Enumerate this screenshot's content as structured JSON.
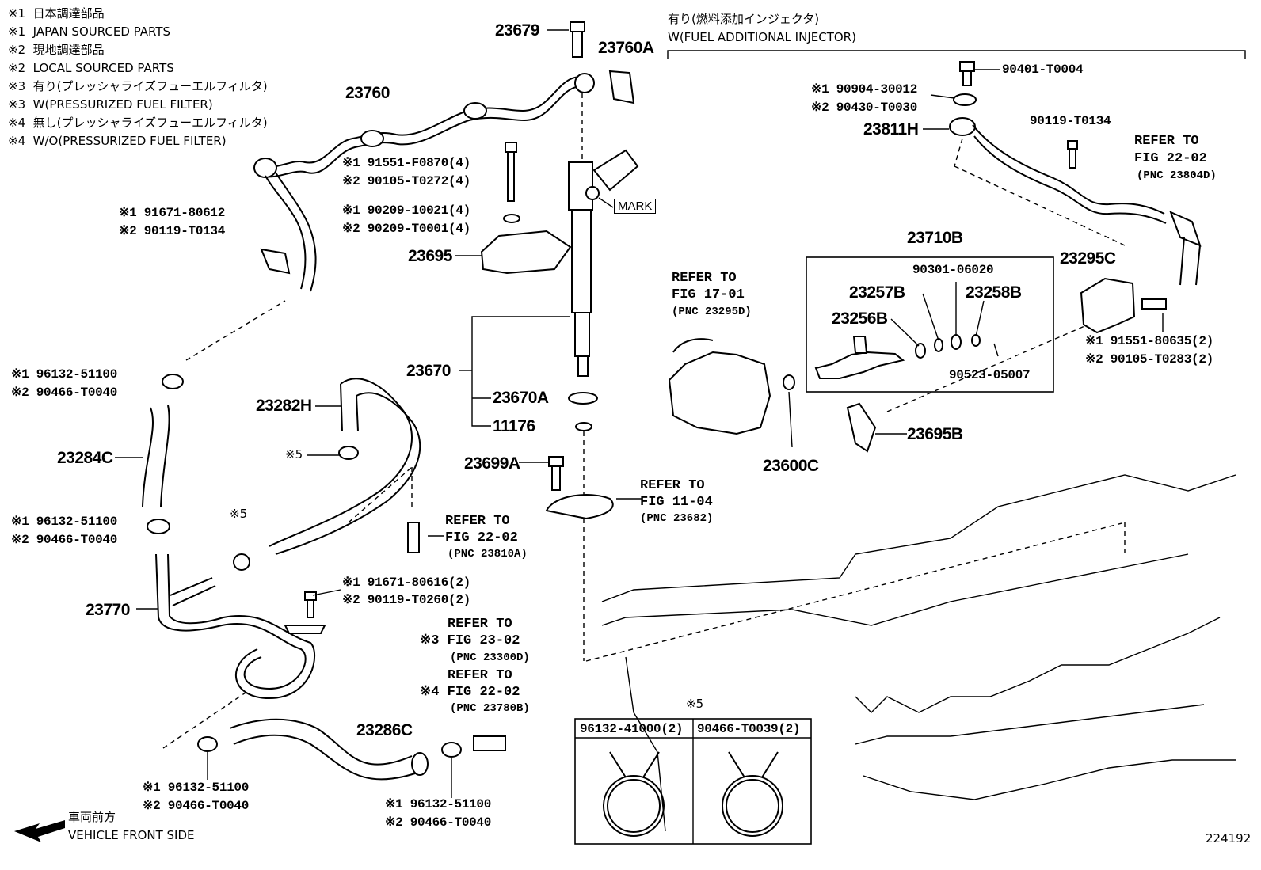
{
  "legend": [
    {
      "mark": "※1",
      "text": "日本調達部品"
    },
    {
      "mark": "※1",
      "text": "JAPAN SOURCED PARTS"
    },
    {
      "mark": "※2",
      "text": "現地調達部品"
    },
    {
      "mark": "※2",
      "text": "LOCAL SOURCED PARTS"
    },
    {
      "mark": "※3",
      "text": "有り(プレッシャライズフューエルフィルタ)"
    },
    {
      "mark": "※3",
      "text": "W(PRESSURIZED FUEL FILTER)"
    },
    {
      "mark": "※4",
      "text": "無し(プレッシャライズフューエルフィルタ)"
    },
    {
      "mark": "※4",
      "text": "W/O(PRESSURIZED FUEL FILTER)"
    }
  ],
  "section_note": {
    "jp": "有り(燃料添加インジェクタ)",
    "en": "W(FUEL ADDITIONAL INJECTOR)"
  },
  "parts": {
    "p23679": "23679",
    "p23760A": "23760A",
    "p23760": "23760",
    "p23670": "23670",
    "p23670A": "23670A",
    "p11176": "11176",
    "p23695": "23695",
    "p23699A": "23699A",
    "p23282H": "23282H",
    "p23284C": "23284C",
    "p23770": "23770",
    "p23286C": "23286C",
    "p23811H": "23811H",
    "p23710B": "23710B",
    "p23295C": "23295C",
    "p23257B": "23257B",
    "p23258B": "23258B",
    "p23256B": "23256B",
    "p23600C": "23600C",
    "p23695B": "23695B"
  },
  "subparts": {
    "s91551_F0870": "※1 91551-F0870(4)",
    "s90105_T0272": "※2 90105-T0272(4)",
    "s90209_10021": "※1 90209-10021(4)",
    "s90209_T0001": "※2 90209-T0001(4)",
    "s91671_80612": "※1 91671-80612",
    "s90119_T0134a": "※2 90119-T0134",
    "s96132_a1": "※1 96132-51100",
    "s90466_a2": "※2 90466-T0040",
    "s96132_b1": "※1 96132-51100",
    "s90466_b2": "※2 90466-T0040",
    "s91671_80616": "※1 91671-80616(2)",
    "s90119_T0260": "※2 90119-T0260(2)",
    "s96132_c1": "※1 96132-51100",
    "s90466_c2": "※2 90466-T0040",
    "s96132_d1": "※1 96132-51100",
    "s90466_d2": "※2 90466-T0040",
    "s90401_T0004": "90401-T0004",
    "s90904_30012": "※1 90904-30012",
    "s90430_T0030": "※2 90430-T0030",
    "s90119_T0134b": "90119-T0134",
    "s90301_06020": "90301-06020",
    "s90523_05007": "90523-05007",
    "s91551_80635": "※1 91551-80635(2)",
    "s90105_T0283": "※2 90105-T0283(2)",
    "s_clamp5a": "※5",
    "s_clamp5b": "※5",
    "mark": "MARK"
  },
  "refs": [
    {
      "line1": "REFER TO",
      "line2": "FIG 22-02",
      "line3": "(PNC 23804D)"
    },
    {
      "line1": "REFER TO",
      "line2": "FIG 17-01",
      "line3": "(PNC 23295D)"
    },
    {
      "line1": "REFER TO",
      "line2": "FIG 11-04",
      "line3": "(PNC 23682)"
    },
    {
      "line1": "REFER TO",
      "line2": "FIG 22-02",
      "line3": "(PNC 23810A)"
    },
    {
      "line1": "REFER TO",
      "line2": "※3 FIG 23-02",
      "line3": "(PNC 23300D)"
    },
    {
      "line1": "REFER TO",
      "line2": "※4 FIG 22-02",
      "line3": "(PNC 23780B)"
    }
  ],
  "clamp_table": {
    "note": "※5",
    "col1": "96132-41000(2)",
    "col2": "90466-T0039(2)"
  },
  "footer": {
    "front_jp": "車両前方",
    "front_en": "VEHICLE FRONT SIDE",
    "figure_no": "224192"
  }
}
